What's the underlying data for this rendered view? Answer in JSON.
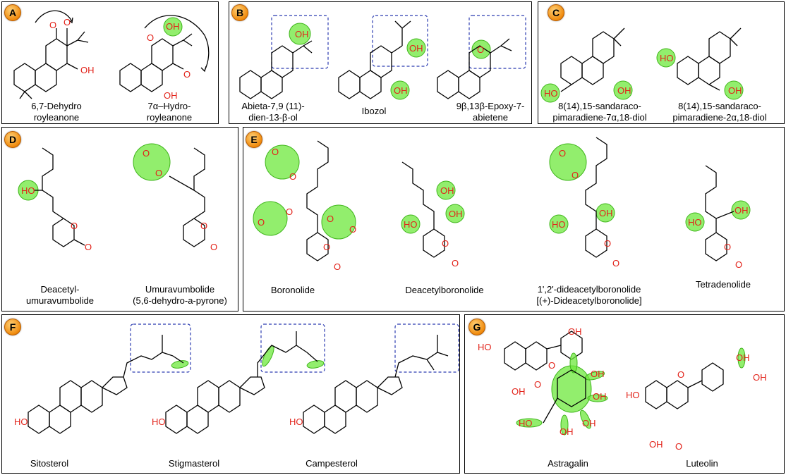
{
  "panels": {
    "A": {
      "badge": "A",
      "compounds": [
        {
          "label_l1": "6,7-Dehydro",
          "label_l2": "royleanone"
        },
        {
          "label_l1": "7α–Hydro-",
          "label_l2": "royleanone"
        }
      ]
    },
    "B": {
      "badge": "B",
      "compounds": [
        {
          "label_l1": "Abieta-7,9 (11)-",
          "label_l2": "dien-13-β-ol"
        },
        {
          "label_l1": "Ibozol",
          "label_l2": ""
        },
        {
          "label_l1": "9β,13β-Epoxy-7-",
          "label_l2": "abietene"
        }
      ]
    },
    "C": {
      "badge": "C",
      "compounds": [
        {
          "label_l1": "8(14),15-sandaraco-",
          "label_l2": "pimaradiene-7α,18-diol"
        },
        {
          "label_l1": "8(14),15-sandaraco-",
          "label_l2": "pimaradiene-2α,18-diol"
        }
      ]
    },
    "D": {
      "badge": "D",
      "compounds": [
        {
          "label_l1": "Deacetyl-",
          "label_l2": "umuravumbolide"
        },
        {
          "label_l1": "Umuravumbolide",
          "label_l2": "(5,6-dehydro-a-pyrone)"
        }
      ]
    },
    "E": {
      "badge": "E",
      "compounds": [
        {
          "label_l1": "Boronolide",
          "label_l2": ""
        },
        {
          "label_l1": "Deacetylboronolide",
          "label_l2": ""
        },
        {
          "label_l1": "1',2'-dideacetylboronolide",
          "label_l2": "[(+)-Dideacetylboronolide]"
        },
        {
          "label_l1": "Tetradenolide",
          "label_l2": ""
        }
      ]
    },
    "F": {
      "badge": "F",
      "compounds": [
        {
          "label_l1": "Sitosterol",
          "label_l2": ""
        },
        {
          "label_l1": "Stigmasterol",
          "label_l2": ""
        },
        {
          "label_l1": "Campesterol",
          "label_l2": ""
        }
      ]
    },
    "G": {
      "badge": "G",
      "compounds": [
        {
          "label_l1": "Astragalin",
          "label_l2": ""
        },
        {
          "label_l1": "Luteolin",
          "label_l2": ""
        }
      ]
    }
  },
  "atoms": {
    "oh": "OH",
    "ho": "HO",
    "o": "O"
  },
  "colors": {
    "highlight": "#6ee83c",
    "heteroatom": "#e2231a",
    "dashed_box": "#2b3bb0",
    "badge": "#f08a0c"
  }
}
